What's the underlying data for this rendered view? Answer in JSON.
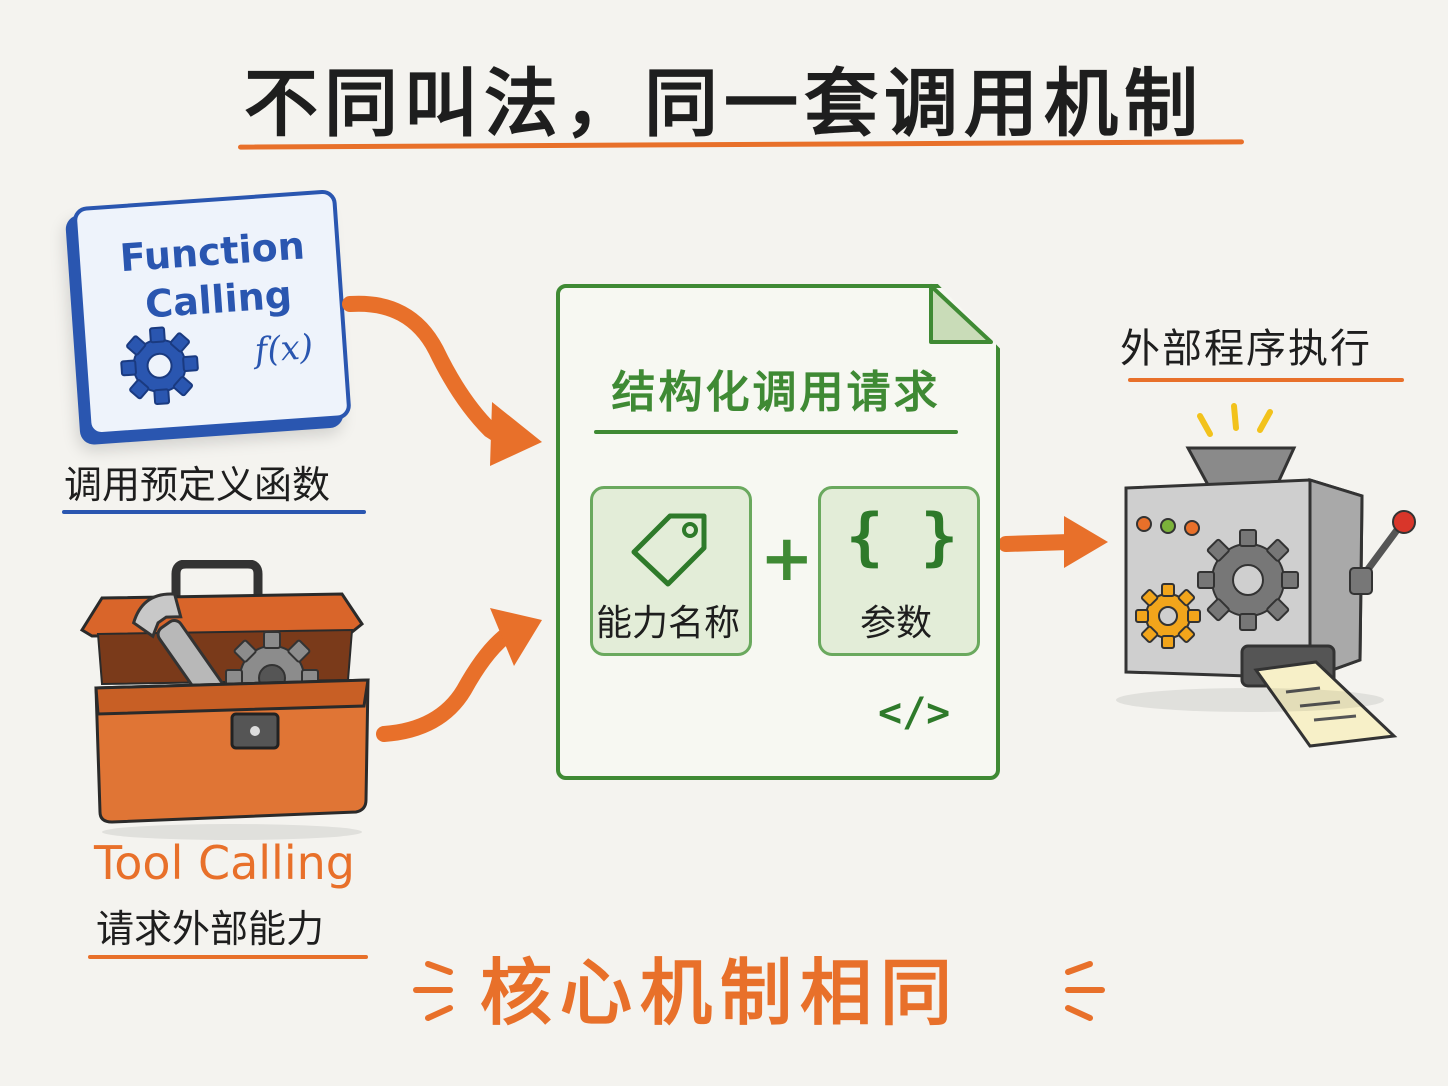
{
  "title": "不同叫法，同一套调用机制",
  "function_calling": {
    "line1": "Function",
    "line2": "Calling",
    "fx": "f(x)",
    "description": "调用预定义函数"
  },
  "tool_calling": {
    "name": "Tool Calling",
    "description": "请求外部能力"
  },
  "request": {
    "title": "结构化调用请求",
    "name_box_label": "能力名称",
    "plus": "+",
    "params_symbol": "{ }",
    "params_box_label": "参数",
    "code_symbol": "</>"
  },
  "execution": {
    "title": "外部程序执行"
  },
  "conclusion": "核心机制相同",
  "colors": {
    "accent_orange": "#e8702a",
    "blue": "#2a56b0",
    "green": "#3f8a34"
  },
  "icons": [
    "gear-icon",
    "function-icon",
    "toolbox-icon",
    "wrench-icon",
    "tag-icon",
    "braces-icon",
    "code-icon",
    "machine-icon",
    "arrow-icon"
  ]
}
